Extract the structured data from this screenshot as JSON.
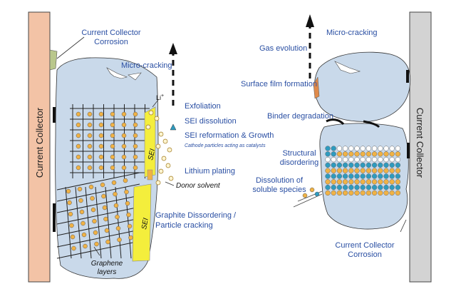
{
  "left": {
    "collector_label": "Current Collector",
    "corrosion_label": "Current Collector\nCorrosion",
    "microcracking_label": "Micro-cracking",
    "li_label": "Li",
    "li_sup": "+",
    "sei_label": "SEI",
    "graphene_label": "Graphene\nlayers",
    "mechanisms": [
      {
        "text": "Exfoliation"
      },
      {
        "text": "SEI dissolution"
      },
      {
        "text": "SEI reformation & Growth"
      },
      {
        "text": "Cathode particles acting as catalysts"
      },
      {
        "text": "Lithium plating"
      },
      {
        "text": "Donor solvent"
      },
      {
        "text": "Graphite Dissordering /\nParticle cracking"
      }
    ]
  },
  "right": {
    "collector_label": "Current Collector",
    "microcracking_label": "Micro-cracking",
    "gas_label": "Gas evolution",
    "surface_label": "Surface film formation",
    "binder_label": "Binder degradation",
    "structural_label": "Structural\ndisordering",
    "dissolution_label": "Dissolution of\nsoluble species",
    "corrosion_label": "Current Collector\nCorrosion"
  },
  "colors": {
    "collector_left": "#f3c3a6",
    "collector_right": "#d3d3d3",
    "particle": "#c9d9ea",
    "sei": "#f4ee3c",
    "li_ion": "#f0b245",
    "blue_ion": "#2e9bbf",
    "label_blue": "#2a4fa3"
  }
}
